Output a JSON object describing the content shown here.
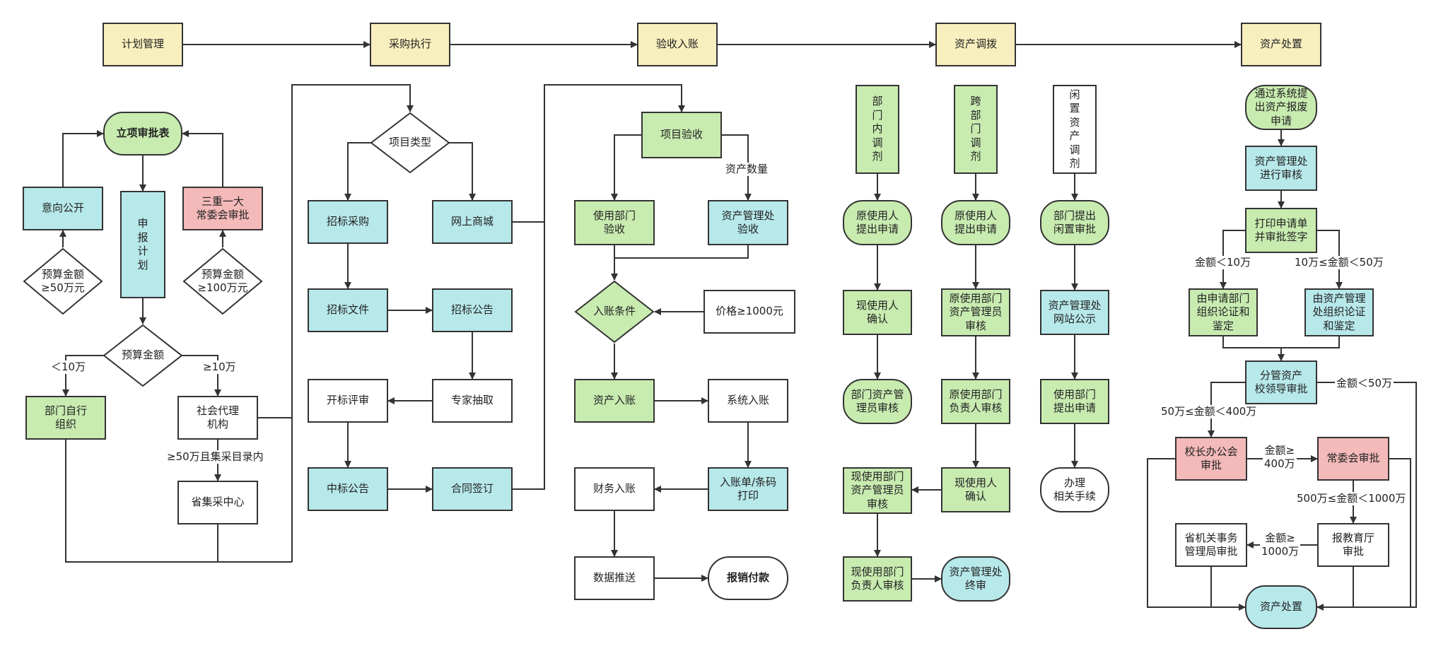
{
  "phases": {
    "plan": "计划管理",
    "purchase": "采购执行",
    "accept": "验收入账",
    "transfer": "资产调拨",
    "dispose": "资产处置"
  },
  "plan": {
    "approval_form": "立项审批表",
    "intent_public": "意向公开",
    "apply_plan": "申\n报\n计\n划",
    "tri_approval": "三重一大\n常委会审批",
    "budget_50": "预算金额\n≥50万元",
    "budget_100": "预算金额\n≥100万元",
    "budget_amount": "预算金额",
    "lt10": "＜10万",
    "ge10": "≥10万",
    "dept_self": "部门自行\n组织",
    "agency": "社会代理\n机构",
    "ge50_catalog": "≥50万且集采目录内",
    "provincial_center": "省集采中心"
  },
  "purchase": {
    "project_type": "项目类型",
    "bid_purchase": "招标采购",
    "online_mall": "网上商城",
    "bid_doc": "招标文件",
    "bid_notice": "招标公告",
    "open_review": "开标评审",
    "expert_draw": "专家抽取",
    "win_notice": "中标公告",
    "contract_sign": "合同签订"
  },
  "accept": {
    "project_accept": "项目验收",
    "asset_qty": "资产数量",
    "dept_accept": "使用部门\n验收",
    "asset_office_accept": "资产管理处\n验收",
    "entry_condition": "入账条件",
    "price": "价格≥1000元",
    "asset_entry": "资产入账",
    "system_entry": "系统入账",
    "finance_entry": "财务入账",
    "barcode_print": "入账单/条码\n打印",
    "data_push": "数据推送",
    "reimburse": "报销付款"
  },
  "transfer": {
    "intra": "部\n门\n内\n调\n剂",
    "cross": "跨\n部\n门\n调\n剂",
    "idle": "闲\n置\n资\n产\n调\n剂",
    "a_apply": "原使用人\n提出申请",
    "a_confirm": "现使用人\n确认",
    "a_dept_mgr": "部门资产管\n理员审核",
    "b_apply": "原使用人\n提出申请",
    "b_orig_mgr": "原使用部门\n资产管理员\n审核",
    "b_orig_head": "原使用部门\n负责人审核",
    "b_confirm": "现使用人\n确认",
    "b_cur_mgr": "现使用部门\n资产管理员\n审核",
    "b_cur_head": "现使用部门\n负责人审核",
    "b_final": "资产管理处\n终审",
    "c_idle": "部门提出\n闲置审批",
    "c_publish": "资产管理处\n网站公示",
    "c_apply": "使用部门\n提出申请",
    "c_handle": "办理\n相关手续"
  },
  "dispose": {
    "submit": "通过系统提\n出资产报废\n申请",
    "office_review": "资产管理处\n进行审核",
    "print_sign": "打印申请单\n并审批签字",
    "lt10": "金额＜10万",
    "r10_50": "10万≤金额＜50万",
    "dept_demo": "由申请部门\n组织论证和\n鉴定",
    "office_demo": "由资产管理\n处组织论证\n和鉴定",
    "leader": "分管资产\n校领导审批",
    "lt50": "金额＜50万",
    "r50_400": "50万≤金额＜400万",
    "president": "校长办公会\n审批",
    "ge400": "金额≥\n400万",
    "standing": "常委会审批",
    "r500_1000": "500万≤金额＜1000万",
    "provincial_office": "省机关事务\n管理局审批",
    "ge1000": "金额≥\n1000万",
    "edu_dept": "报教育厅\n审批",
    "final": "资产处置"
  },
  "colors": {
    "phase": "#f8efbe",
    "green": "#c8ebb0",
    "cyan": "#b7e8ea",
    "pink": "#f4b9b9",
    "white": "#ffffff",
    "stroke": "#333333"
  }
}
